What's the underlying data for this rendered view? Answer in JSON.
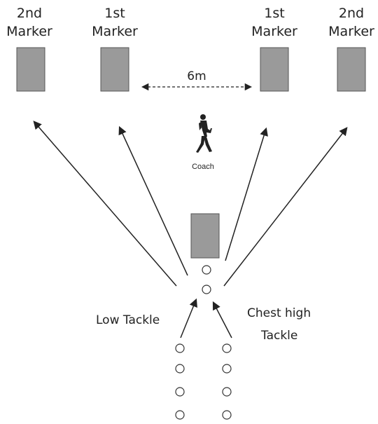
{
  "markers": [
    {
      "id": "left-2nd",
      "line1": "2nd",
      "line2": "Marker"
    },
    {
      "id": "left-1st",
      "line1": "1st",
      "line2": "Marker"
    },
    {
      "id": "right-1st",
      "line1": "1st",
      "line2": "Marker"
    },
    {
      "id": "right-2nd",
      "line1": "2nd",
      "line2": "Marker"
    }
  ],
  "distance_label": "6m",
  "coach_label": "Coach",
  "low_tackle_label": "Low Tackle",
  "chest_tackle_line1": "Chest high",
  "chest_tackle_line2": "Tackle",
  "colors": {
    "marker_fill": "#9a9a9a",
    "ink": "#222222"
  },
  "icons": {
    "coach": "coach-figure-icon",
    "marker": "marker-pad-icon",
    "player": "player-circle-icon"
  }
}
